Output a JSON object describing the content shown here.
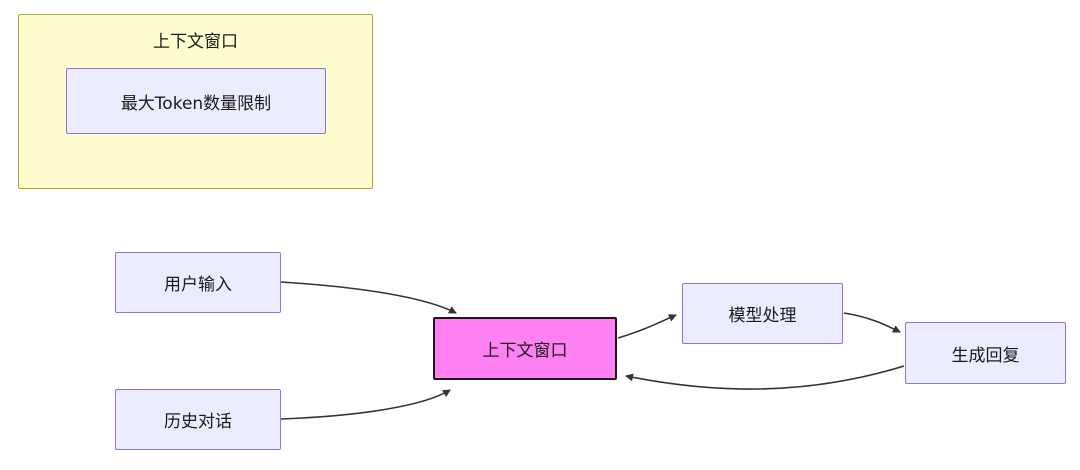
{
  "diagram": {
    "subgraph": {
      "title": "上下文窗口",
      "node": "最大Token数量限制"
    },
    "nodes": {
      "user_input": "用户输入",
      "history_dialog": "历史对话",
      "context_window": "上下文窗口",
      "model_process": "模型处理",
      "generate_reply": "生成回复"
    },
    "colors": {
      "node_bg": "#ececff",
      "node_border": "#9370db",
      "subgraph_bg": "#fdfdcf",
      "subgraph_border": "#aaaa33",
      "highlight_bg": "#ff80f2",
      "highlight_border": "#1a1a1a",
      "edge": "#333333",
      "text": "#1a1a1a"
    }
  }
}
